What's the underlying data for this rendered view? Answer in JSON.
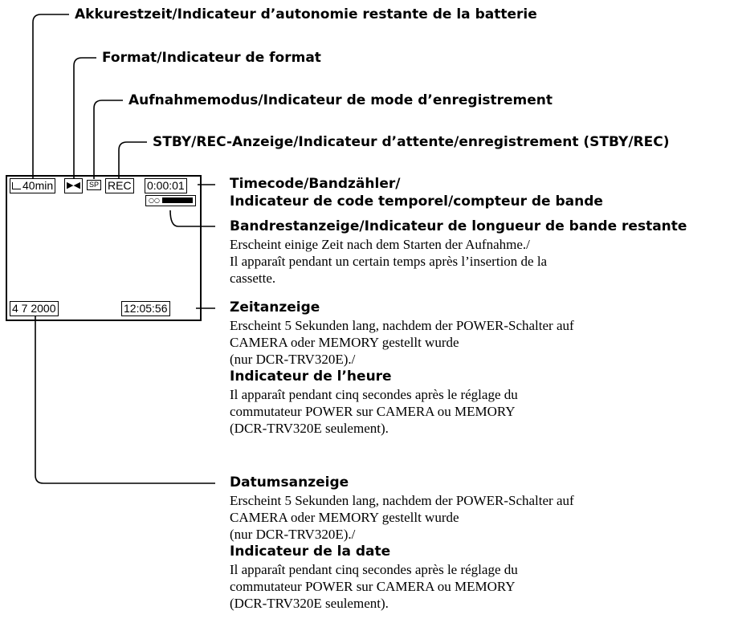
{
  "screen": {
    "battery": "40min",
    "format_icon": "▶◀",
    "mode_icon": "SP",
    "rec_label": "REC",
    "timecode": "0:00:01",
    "tape_icon": "○○",
    "date": "4  7  2000",
    "time": "12:05:56"
  },
  "callouts": {
    "battery": "Akkurestzeit/Indicateur d’autonomie restante de la batterie",
    "format": "Format/Indicateur de format",
    "mode": "Aufnahmemodus/Indicateur de mode d’enregistrement",
    "stby_rec": "STBY/REC-Anzeige/Indicateur d’attente/enregistrement (STBY/REC)",
    "timecode_1": "Timecode/Bandzähler/",
    "timecode_2": "Indicateur de code temporel/compteur de bande",
    "tape": "Bandrestanzeige/Indicateur de longueur de bande restante",
    "tape_desc_1": "Erscheint einige Zeit nach dem Starten der Aufnahme./",
    "tape_desc_2": "Il apparaît pendant un certain temps après l’insertion de la",
    "tape_desc_3": "cassette.",
    "time_title": "Zeitanzeige",
    "time_de_1": "Erscheint 5 Sekunden lang, nachdem der POWER-Schalter auf",
    "time_de_2": "CAMERA oder MEMORY gestellt wurde",
    "time_de_3": "(nur  DCR-TRV320E)./",
    "time_fr_title": "Indicateur de l’heure",
    "time_fr_1": "Il apparaît pendant cinq secondes après le réglage du",
    "time_fr_2": "commutateur POWER sur CAMERA ou MEMORY",
    "time_fr_3": "(DCR-TRV320E seulement).",
    "date_title": "Datumsanzeige",
    "date_de_1": "Erscheint 5 Sekunden lang, nachdem der POWER-Schalter auf",
    "date_de_2": "CAMERA oder MEMORY gestellt wurde",
    "date_de_3": "(nur  DCR-TRV320E)./",
    "date_fr_title": "Indicateur de la date",
    "date_fr_1": "Il apparaît pendant cinq secondes après le réglage du",
    "date_fr_2": "commutateur POWER sur CAMERA ou MEMORY",
    "date_fr_3": "(DCR-TRV320E seulement)."
  }
}
